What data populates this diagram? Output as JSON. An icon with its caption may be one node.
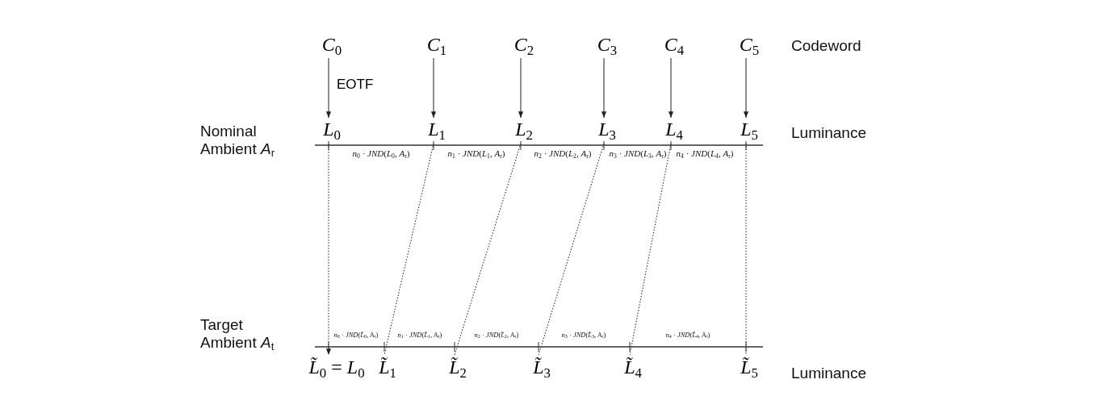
{
  "diagram": {
    "nodes": [
      {
        "text": [
          "*C*$_{0}$"
        ]
      },
      {
        "text": [
          "*C*$_{1}$"
        ]
      },
      {
        "text": [
          "*C*$_{2}$"
        ]
      },
      {
        "text": [
          "*C*$_{3}$"
        ]
      },
      {
        "text": [
          "*C*$_{4}$"
        ]
      },
      {
        "text": [
          "*C*$_{5}$"
        ]
      },
      {
        "text": [
          "*L*$_{0}$"
        ]
      },
      {
        "text": [
          "*L*$_{1}$"
        ]
      },
      {
        "text": [
          "*L*$_{2}$"
        ]
      },
      {
        "text": [
          "*L*$_{3}$"
        ]
      },
      {
        "text": [
          "*L*$_{4}$"
        ]
      },
      {
        "text": [
          "*L*$_{5}$"
        ]
      },
      {
        "text": [
          "*L̃*$_{0}$ = *L*$_{0}$"
        ]
      },
      {
        "text": [
          "*L̃*$_{1}$"
        ]
      },
      {
        "text": [
          "*L̃*$_{2}$"
        ]
      },
      {
        "text": [
          "*L̃*$_{3}$"
        ]
      },
      {
        "text": [
          "*L̃*$_{4}$"
        ]
      },
      {
        "text": [
          "*L̃*$_{5}$"
        ]
      }
    ],
    "edges": [
      {
        "from": 0,
        "to": 6,
        "arrow": "to",
        "label": "EOTF"
      },
      {
        "from": 1,
        "to": 7,
        "arrow": "to"
      },
      {
        "from": 2,
        "to": 8,
        "arrow": "to"
      },
      {
        "from": 3,
        "to": 9,
        "arrow": "to"
      },
      {
        "from": 4,
        "to": 10,
        "arrow": "to"
      },
      {
        "from": 5,
        "to": 11,
        "arrow": "to"
      },
      {
        "from": 6,
        "to": 12,
        "arrow": "to",
        "style": "dashed"
      },
      {
        "from": 7,
        "to": 13,
        "arrow": "none",
        "style": "dashed"
      },
      {
        "from": 8,
        "to": 14,
        "arrow": "none",
        "style": "dashed"
      },
      {
        "from": 9,
        "to": 15,
        "arrow": "none",
        "style": "dashed"
      },
      {
        "from": 10,
        "to": 16,
        "arrow": "none",
        "style": "dashed"
      },
      {
        "from": 11,
        "to": 17,
        "arrow": "none",
        "style": "dashed"
      }
    ],
    "labels": [
      "Codeword",
      "Nominal Ambient *A*$_{r}$",
      "Luminance",
      "*n*$_{0}$ · *JND*(*L*$_{0}$, *A*$_{r}$)",
      "*n*$_{1}$ · *JND*(*L*$_{1}$, *A*$_{r}$)",
      "*n*$_{2}$ · *JND*(*L*$_{2}$, *A*$_{r}$)",
      "*n*$_{3}$ · *JND*(*L*$_{3}$, *A*$_{r}$)",
      "*n*$_{4}$ · *JND*(*L*$_{4}$, *A*$_{r}$)",
      "*n*$_{0}$ · *JND*(*L̃*$_{0}$, A$_{t}$)",
      "*n*$_{1}$ · *JND*(*L̃*$_{1}$, A$_{t}$)",
      "*n*$_{2}$ · *JND*(*L̃*$_{2}$, A$_{t}$)",
      "*n*$_{3}$ · *JND*(*L̃*$_{3}$, A$_{t}$)",
      "*n*$_{4}$ · *JND*(*L̃*$_{4}$, A$_{t}$)",
      "Target Ambient *A*$_{t}$",
      "Luminance"
    ]
  }
}
